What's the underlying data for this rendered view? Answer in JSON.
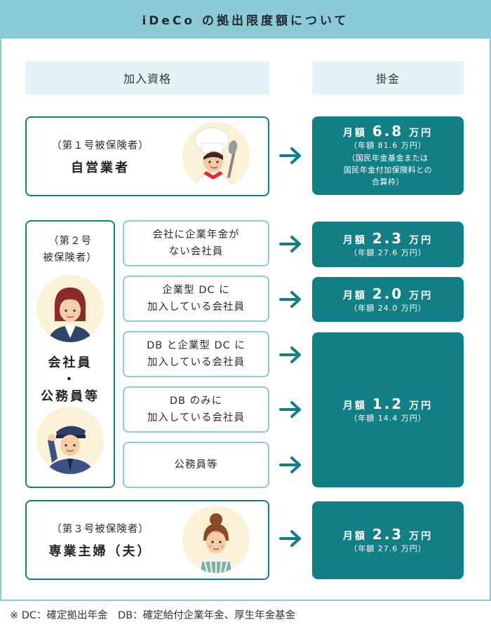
{
  "title": "iDeCo の拠出限度額について",
  "headers": {
    "eligibility": "加入資格",
    "contribution": "掛金"
  },
  "self_employed": {
    "category": "（第１号被保険者）",
    "name": "自営業者",
    "amount": {
      "prefix": "月額",
      "value": "6.8",
      "unit": "万円",
      "annual": "（年額 81.6 万円）",
      "note": [
        "（国民年金基金または",
        "国民年金付加保険料との",
        "合算枠）"
      ]
    }
  },
  "employee": {
    "category_lines": [
      "（第２号",
      "被保険者）"
    ],
    "name_lines": [
      "会社員",
      "・",
      "公務員等"
    ],
    "rows": [
      {
        "label_lines": [
          "会社に企業年金が",
          "ない会社員"
        ]
      },
      {
        "label_lines": [
          "企業型 DC に",
          "加入している会社員"
        ]
      },
      {
        "label_lines": [
          "DB と企業型 DC に",
          "加入している会社員"
        ]
      },
      {
        "label_lines": [
          "DB のみに",
          "加入している会社員"
        ]
      },
      {
        "label_lines": [
          "公務員等"
        ]
      }
    ],
    "amounts": [
      {
        "prefix": "月額",
        "value": "2.3",
        "unit": "万円",
        "annual": "（年額 27.6 万円）"
      },
      {
        "prefix": "月額",
        "value": "2.0",
        "unit": "万円",
        "annual": "（年額 24.0 万円）"
      },
      {
        "prefix": "月額",
        "value": "1.2",
        "unit": "万円",
        "annual": "（年額 14.4 万円）"
      }
    ]
  },
  "homemaker": {
    "category": "（第３号被保険者）",
    "name": "専業主婦（夫）",
    "amount": {
      "prefix": "月額",
      "value": "2.3",
      "unit": "万円",
      "annual": "（年額 27.6 万円）"
    }
  },
  "footnote": "※ DC：確定拠出年金　DB：確定給付企業年金、厚生年金基金",
  "colors": {
    "teal": "#127e86",
    "light_teal": "#8ccad6",
    "pale": "#e4f3f6"
  },
  "icons": [
    "chef-icon",
    "businesswoman-icon",
    "officer-icon",
    "homemaker-icon",
    "arrow-right-icon"
  ]
}
